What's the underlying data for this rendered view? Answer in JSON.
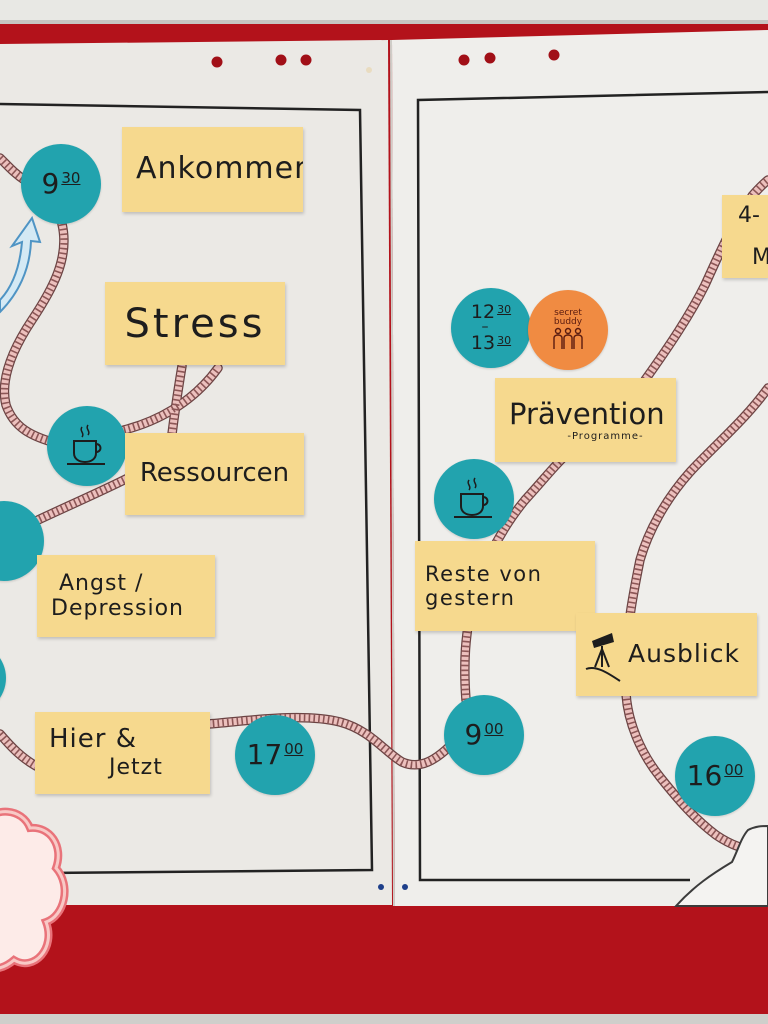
{
  "colors": {
    "board": "#b3121b",
    "paper": "#ecebe7",
    "card": "#f6d98e",
    "teal": "#22a3ae",
    "orange": "#f08b42",
    "rope": "#ecc0bd",
    "ink": "#1d1d1d",
    "cloud_outline": "#e9737a",
    "arrow": "#d4e9f4"
  },
  "left_sheet": {
    "arrival_time": {
      "hour": "9",
      "minutes": "30"
    },
    "arrival_label": "Ankommen",
    "stress_label": "Stress",
    "coffee_break_icon": "coffee-cup-icon",
    "resources_label": "Ressourcen",
    "anxiety_label": [
      "Angst /",
      "Depression"
    ],
    "here_now_label": [
      "Hier &",
      "Jetzt"
    ],
    "end_time": {
      "hour": "17",
      "minutes": "00"
    }
  },
  "right_sheet": {
    "lunch_time": {
      "start_hour": "12",
      "start_minutes": "30",
      "separator": "–",
      "end_hour": "13",
      "end_minutes": "30"
    },
    "secret_buddy_label": [
      "secret",
      "buddy"
    ],
    "secret_buddy_icon": "people-icon",
    "prevention_label": "Prävention",
    "prevention_sublabel": "-Programme-",
    "coffee_break_icon": "coffee-cup-icon",
    "leftovers_label": [
      "Reste von",
      "gestern"
    ],
    "outlook_icon": "lookout-tower-icon",
    "outlook_label": "Ausblick",
    "start_time": {
      "hour": "9",
      "minutes": "00"
    },
    "end_time": {
      "hour": "16",
      "minutes": "00"
    },
    "partial_card_label": [
      "4-",
      "M"
    ]
  }
}
